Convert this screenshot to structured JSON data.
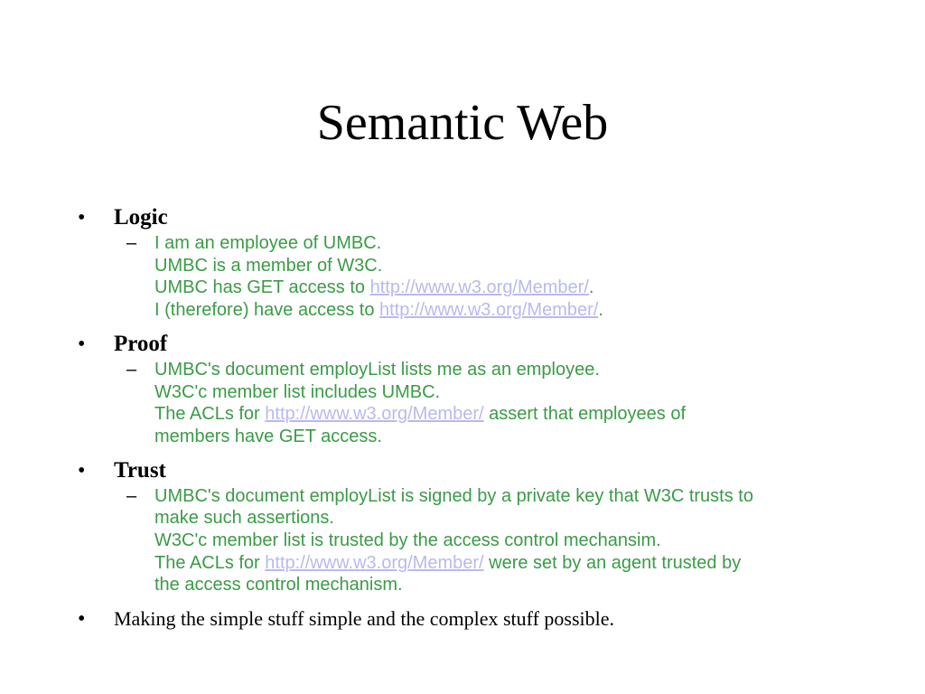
{
  "slide": {
    "title": "Semantic Web",
    "bullets": [
      {
        "label": "Logic",
        "sub": {
          "lines": [
            {
              "text": "I am an employee of UMBC."
            },
            {
              "text": "UMBC is a member of W3C."
            },
            {
              "text": "UMBC has GET access to ",
              "link": "http://www.w3.org/Member/",
              "after": "."
            },
            {
              "text": "I (therefore) have access to ",
              "link": "http://www.w3.org/Member/",
              "after": "."
            }
          ]
        }
      },
      {
        "label": "Proof",
        "sub": {
          "lines": [
            {
              "text": "UMBC's document employList lists me as an employee."
            },
            {
              "text": "W3C'c member list includes UMBC."
            },
            {
              "text": "The ACLs for ",
              "link": "http://www.w3.org/Member/",
              "after": " assert that employees of"
            },
            {
              "text": "members have GET access."
            }
          ]
        }
      },
      {
        "label": "Trust",
        "sub": {
          "lines": [
            {
              "text": "UMBC's document employList is signed by a private key that W3C trusts to"
            },
            {
              "text": "make such assertions."
            },
            {
              "text": "W3C'c member list is trusted by the access control mechansim."
            },
            {
              "text": "The ACLs for ",
              "link": "http://www.w3.org/Member/",
              "after": " were set by an agent trusted by"
            },
            {
              "text": "the access control mechanism."
            }
          ]
        }
      },
      {
        "label": "Making the simple stuff simple and the complex stuff possible."
      }
    ]
  }
}
